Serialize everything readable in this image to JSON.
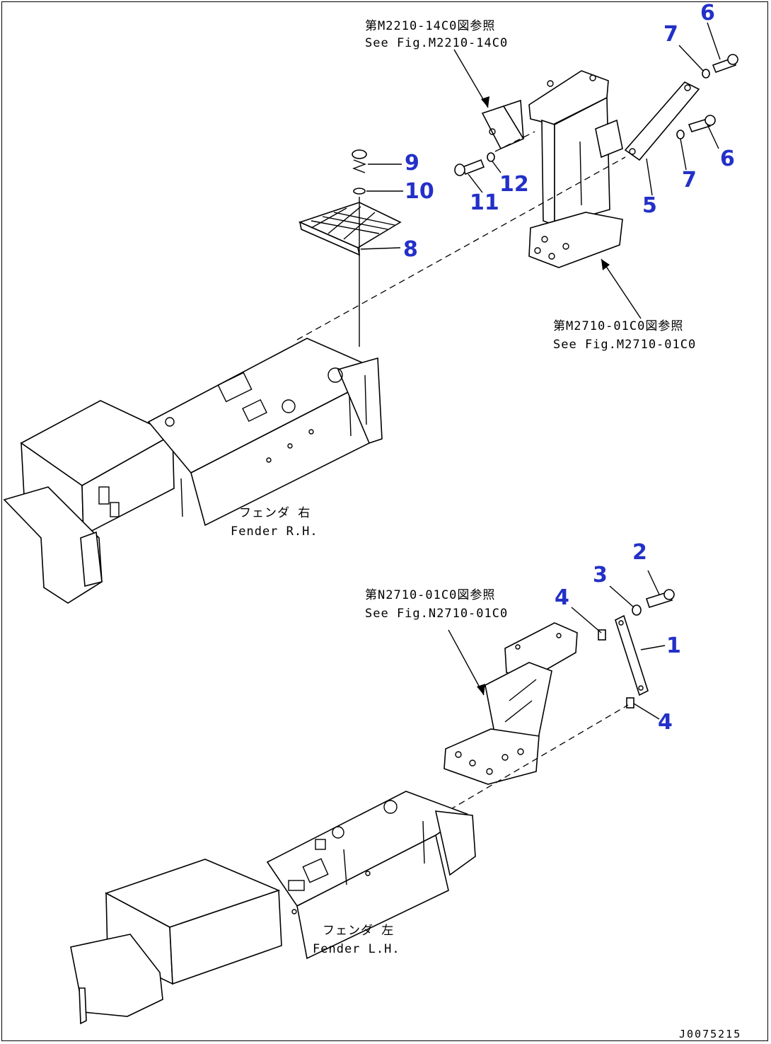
{
  "refs": {
    "m2210_jp": "第M2210-14C0図参照",
    "m2210_en": "See Fig.M2210-14C0",
    "m2710_jp": "第M2710-01C0図参照",
    "m2710_en": "See Fig.M2710-01C0",
    "n2710_jp": "第N2710-01C0図参照",
    "n2710_en": "See Fig.N2710-01C0"
  },
  "fenders": {
    "rh_jp": "フェンダ 右",
    "rh_en": "Fender R.H.",
    "lh_jp": "フェンダ 左",
    "lh_en": "Fender L.H."
  },
  "parts": {
    "p1": "1",
    "p2": "2",
    "p3": "3",
    "p4a": "4",
    "p4b": "4",
    "p5": "5",
    "p6a": "6",
    "p6b": "6",
    "p7a": "7",
    "p7b": "7",
    "p8": "8",
    "p9": "9",
    "p10": "10",
    "p11": "11",
    "p12": "12"
  },
  "drawing_code": "J0075215",
  "colors": {
    "callout": "#2330c8",
    "linework": "#000000"
  }
}
